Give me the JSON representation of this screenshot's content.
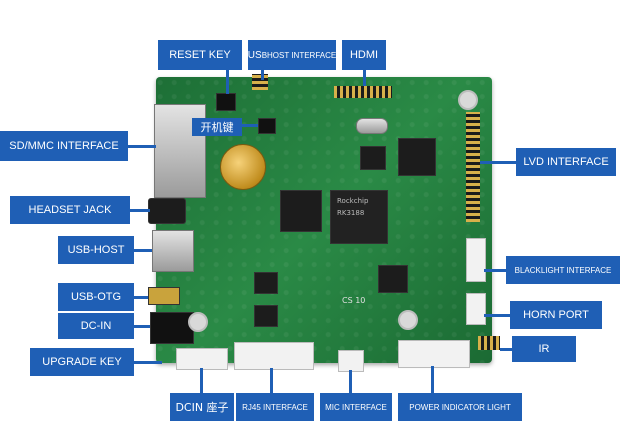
{
  "labels": {
    "reset_key": "RESET KEY",
    "usbhost_interface_prefix": "US",
    "usbhost_interface_suffix": "BHOST INTERFACE",
    "hdmi": "HDMI",
    "power_key_cn": "开机键",
    "sd_mmc": "SD/MMC INTERFACE",
    "headset_jack": "HEADSET JACK",
    "usb_host": "USB-HOST",
    "usb_otg": "USB-OTG",
    "dc_in": "DC-IN",
    "upgrade_key": "UPGRADE KEY",
    "dcin_cn": "DCIN 座子",
    "rj45": "RJ45 INTERFACE",
    "mic": "MIC INTERFACE",
    "power_indicator": "POWER INDICATOR LIGHT",
    "ir": "IR",
    "horn_port": "HORN PORT",
    "backlight": "BLACKLIGHT INTERFACE",
    "lvd": "LVD INTERFACE"
  },
  "chip_text": {
    "cpu_a": "Rockchip",
    "cpu_b": "RK3188",
    "pcb_mark": "CS 10"
  },
  "colors": {
    "label_bg": "#1f5fb5",
    "board": "#1f7a3a"
  }
}
